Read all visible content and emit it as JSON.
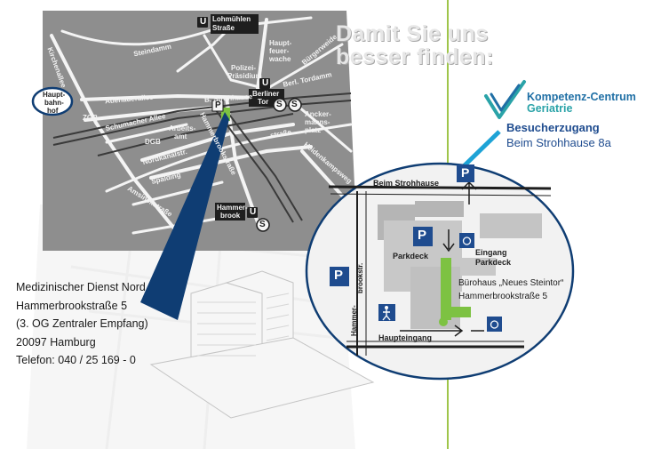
{
  "headline": {
    "line1": "Damit Sie uns",
    "line2": "besser finden:"
  },
  "logo": {
    "line1": "Kompetenz-Centrum",
    "line2": "Geriatrie",
    "icon": "checkmark-logo-icon"
  },
  "visitor": {
    "title": "Besucherzugang",
    "address": "Beim Strohhause 8a"
  },
  "address_block": {
    "line1": "Medizinischer Dienst Nord",
    "line2": "Hammerbrookstraße 5",
    "line3": "(3. OG Zentraler Empfang)",
    "line4": "20097  Hamburg",
    "line5": "Telefon: 040 / 25 169  - 0"
  },
  "building_note": {
    "line1": "Bürohaus „Neues Steintor“",
    "line2": "Hammerbrookstraße 5"
  },
  "map_labels": {
    "kirchenallee": "Kirchenallee",
    "steindamm": "Steindamm",
    "lohmuehlen1": "Lohmühlen",
    "lohmuehlen2": "Straße",
    "hauptbahnhof1": "Haupt-",
    "hauptbahnhof2": "bahn-",
    "hauptbahnhof3": "hof",
    "adenauerallee": "Adenauerallee",
    "zob": "ZOB",
    "schumacher": "Schumacher Allee",
    "arbeitsamt1": "Arbeits-",
    "arbeitsamt2": "amt",
    "dgb": "DGB",
    "nordkanal": "Nordkanalstr.",
    "spaldingstr": "Spalding",
    "amsinckstr": "Amsinckstraße",
    "beimstrohhause": "B. Strohhause",
    "polizei1": "Polizei-",
    "polizei2": "Präsidium",
    "hauptfeuer1": "Haupt-",
    "hauptfeuer2": "feuer-",
    "hauptfeuer3": "wache",
    "burgerweide": "Bürgerweide",
    "berlinertor1": "Berliner",
    "berlinertor2": "Tor",
    "beritordamm": "Berl. Tordamm",
    "anckelmann1": "Ancker-",
    "anckelmann2": "manns-",
    "anckelmann3": "platz",
    "heidenkamp": "Heidenkampsweg",
    "hammerbrook1": "Hammer-",
    "hammerbrook2": "brook",
    "strasse1": "straße",
    "hammerbrookstr": "Hammerbrookstraße"
  },
  "inset_labels": {
    "beimstrohhause": "Beim Strohhause",
    "parkdeck": "Parkdeck",
    "eingang1": "Eingang",
    "eingang2": "Parkdeck",
    "hammer1": "Hammer-",
    "hammer2": "brookstr.",
    "haupteingang": "Haupteingang",
    "parking": "P"
  },
  "transit": {
    "ubahn": "U",
    "sbahn": "S",
    "parking": "P"
  },
  "colors": {
    "accent_blue": "#1f6fa5",
    "logo_teal": "#2aa3a8",
    "route_green": "#7dc242",
    "pointer_navy": "#0f3d73",
    "divider_green": "#9fc54a"
  }
}
